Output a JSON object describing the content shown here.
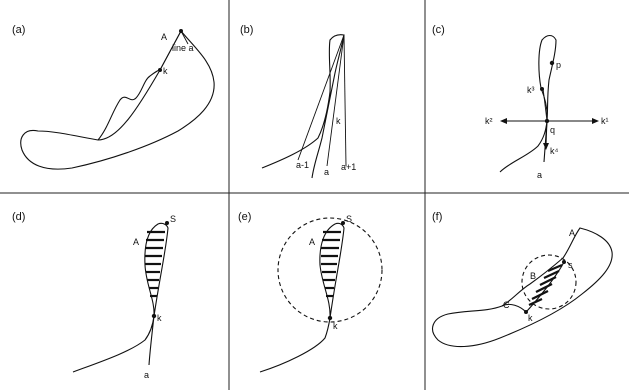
{
  "panels": [
    {
      "id": "a",
      "label": "(a)",
      "texts": {
        "A": "A",
        "line": "line a",
        "k": "k"
      }
    },
    {
      "id": "b",
      "label": "(b)",
      "texts": {
        "k": "k",
        "a_minus": "a-1",
        "a": "a",
        "a_plus": "a+1"
      }
    },
    {
      "id": "c",
      "label": "(c)",
      "texts": {
        "p": "p",
        "k3": "k³",
        "k2": "k²",
        "k1": "k¹",
        "q": "q",
        "k4": "k⁴",
        "a": "a"
      }
    },
    {
      "id": "d",
      "label": "(d)",
      "texts": {
        "s": "S",
        "A": "A",
        "k": "k",
        "a": "a"
      }
    },
    {
      "id": "e",
      "label": "(e)",
      "texts": {
        "s": "S",
        "A": "A",
        "k": "k"
      }
    },
    {
      "id": "f",
      "label": "(f)",
      "texts": {
        "A": "A",
        "s": "s",
        "B": "B",
        "C": "C",
        "k": "k"
      }
    }
  ]
}
